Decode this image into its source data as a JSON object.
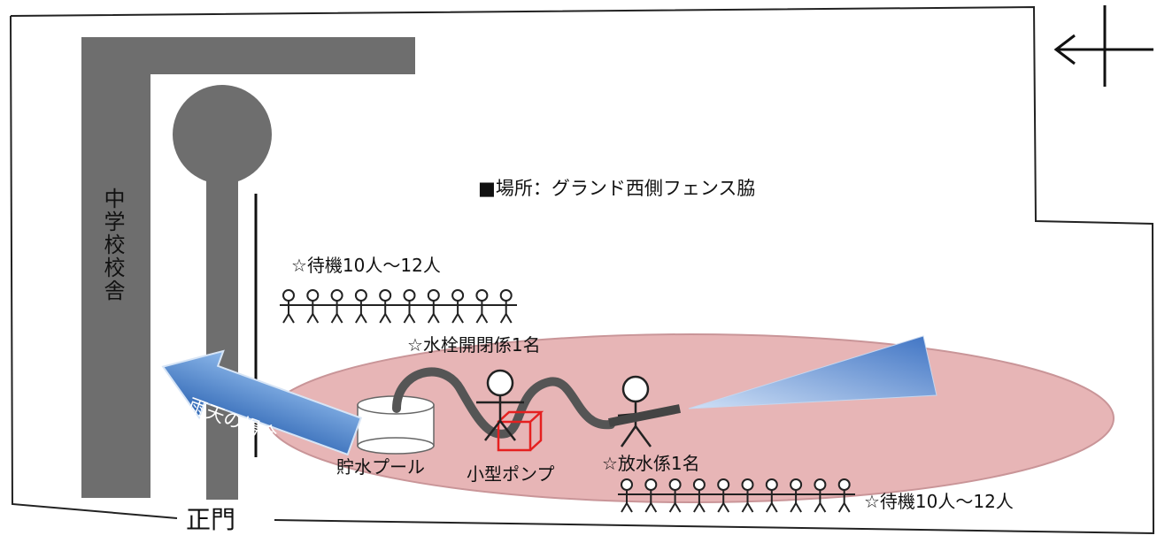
{
  "title": "■場所：グランド西側フェンス脇",
  "labels": {
    "school_building": "中学校校舎",
    "main_gate": "正門",
    "standby_top": "☆待機10人～12人",
    "hydrant_operator": "☆水栓開閉係1名",
    "water_pool": "貯水プール",
    "small_pump": "小型ポンプ",
    "nozzle_operator": "☆放水係1名",
    "standby_bottom": "☆待機10人～12人",
    "rain_case": "雨天の場合"
  },
  "people": {
    "standby_top_count": 10,
    "standby_bottom_count": 10
  },
  "colors": {
    "building": "#6e6e6e",
    "area_fill": "#e7b5b6",
    "area_stroke": "#c99598",
    "hose": "#555555",
    "pump": "#e52020",
    "arrow_fill": "#3b78c9",
    "spray": "#3f74c4"
  }
}
